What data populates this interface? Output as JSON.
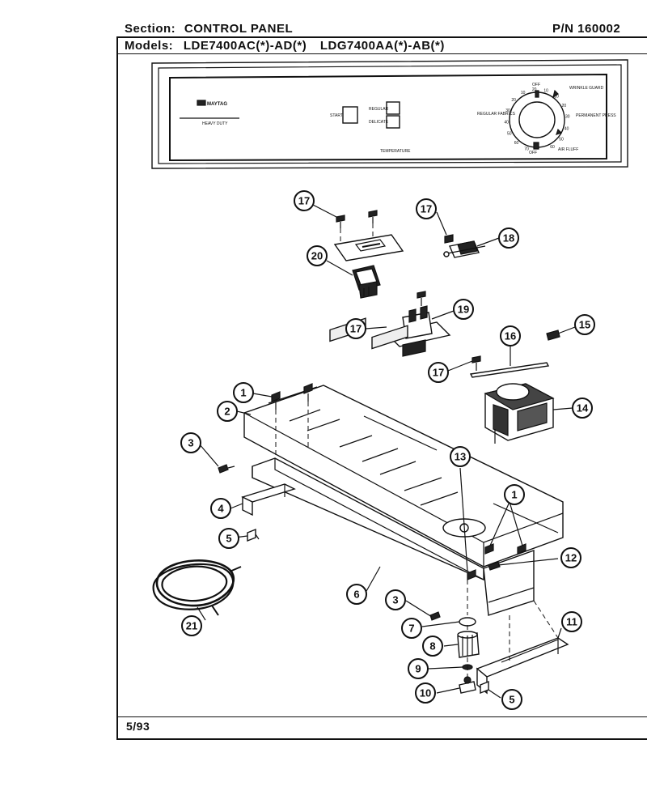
{
  "header": {
    "section_label": "Section:",
    "section_value": "CONTROL PANEL",
    "part_number": "P/N 160002",
    "models_label": "Models:",
    "model_1": "LDE7400AC(*)-AD(*)",
    "model_2": "LDG7400AA(*)-AB(*)"
  },
  "panel": {
    "brand": "MAYTAG",
    "subbrand": "HEAVY DUTY",
    "start": "START",
    "regular": "REGULAR",
    "delicate": "DELICATE",
    "temperature": "TEMPERATURE",
    "wrinkle_guard": "WRINKLE GUARD",
    "regular_fabrics": "REGULAR FABRICS",
    "permanent_press": "PERMANENT PRESS",
    "off": "OFF",
    "air_fluff": "AIR FLUFF",
    "dial_numbers": [
      "70",
      "60",
      "50",
      "40",
      "30",
      "20",
      "10",
      "20",
      "10",
      "10",
      "20",
      "30",
      "40",
      "50",
      "60"
    ]
  },
  "callouts": [
    "1",
    "2",
    "3",
    "4",
    "5",
    "6",
    "7",
    "8",
    "9",
    "10",
    "11",
    "12",
    "13",
    "14",
    "15",
    "16",
    "17",
    "18",
    "19",
    "20",
    "21",
    "1",
    "3",
    "5",
    "17",
    "17",
    "17"
  ],
  "footer": {
    "date": "5/93"
  }
}
